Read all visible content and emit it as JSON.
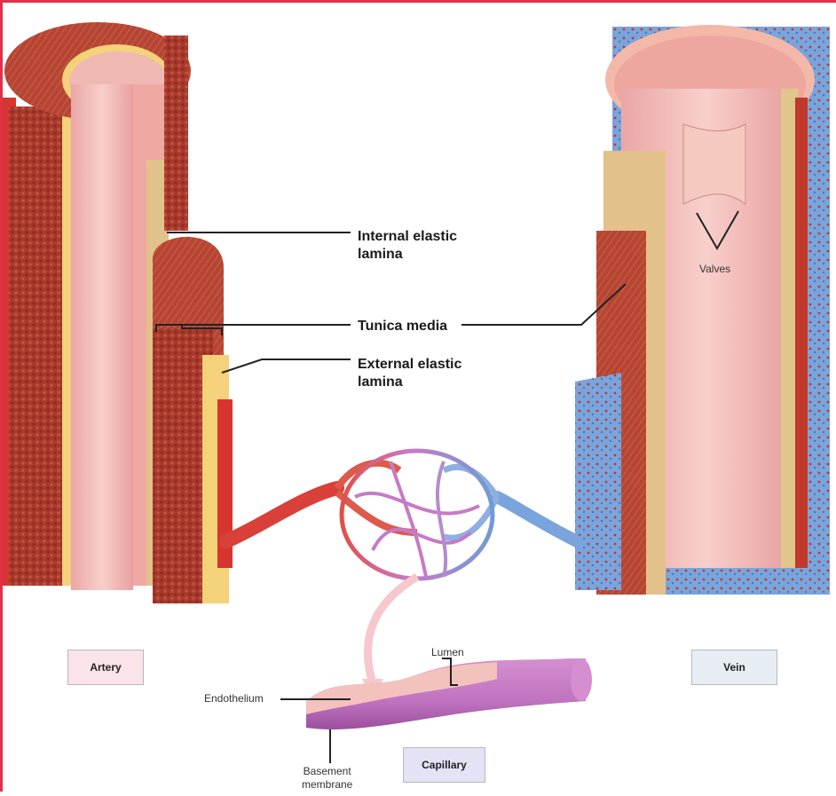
{
  "labels": {
    "internal_elastic_lamina": "Internal elastic\nlamina",
    "tunica_media": "Tunica media",
    "external_elastic_lamina": "External elastic\nlamina",
    "valves": "Valves",
    "lumen": "Lumen",
    "endothelium": "Endothelium",
    "basement_membrane": "Basement\nmembrane"
  },
  "boxes": {
    "artery": "Artery",
    "vein": "Vein",
    "capillary": "Capillary"
  },
  "colors": {
    "artery_wall": "#b03a2e",
    "artery_adventitia": "#d7352f",
    "lumen_pink": "#f2b8b5",
    "elastic_yellow": "#f3d27a",
    "vein_blue": "#6f9bd6",
    "capillary_purple": "#c77ac7",
    "artery_box": "#fbe3ea",
    "vein_box": "#e6edf3",
    "capillary_box": "#e4e2f5"
  }
}
